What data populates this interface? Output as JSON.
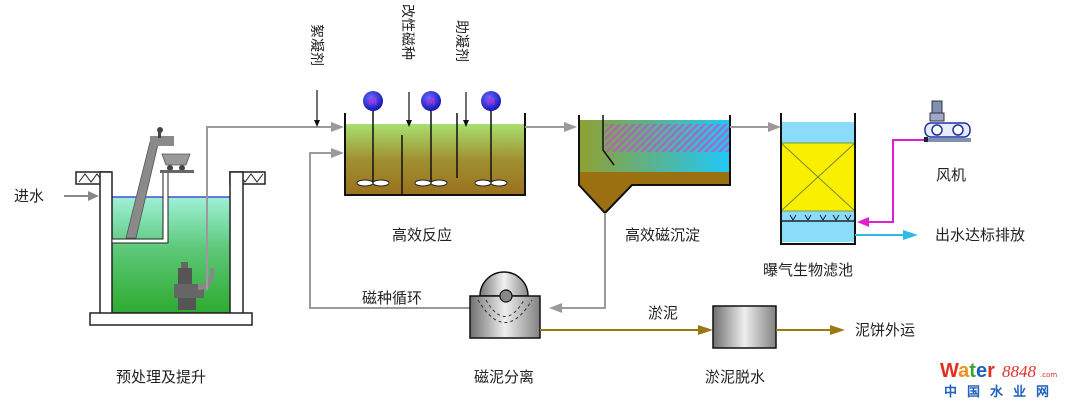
{
  "diagram": {
    "title": "Wastewater treatment process flow",
    "stages": {
      "pretreatment": "预处理及提升",
      "reaction": "高效反应",
      "sedimentation": "高效磁沉淀",
      "baf": "曝气生物滤池",
      "blower": "风机",
      "magnetic_separation": "磁泥分离",
      "dewatering": "淤泥脱水"
    },
    "flows": {
      "inlet": "进水",
      "effluent": "出水达标排放",
      "magnetic_recycle": "磁种循环",
      "sludge": "淤泥",
      "sludge_cake": "泥饼外运"
    },
    "dosing": {
      "flocculant": "絮凝剂",
      "modified_magnetic_seed": "改性磁种",
      "coagulant_aid": "助凝剂"
    },
    "motor_label": "M",
    "colors": {
      "pipe": "#9a9a9a",
      "air_line": "#e020d0",
      "effluent_line": "#30b8e8",
      "sludge_line": "#9a7a10",
      "water_green": "#3cb43c",
      "reactor_mud": "#9a7020",
      "filter_media": "#f8f000",
      "motor": "#2020d0"
    }
  },
  "watermark": {
    "brand_prefix": "Water",
    "brand_number": "8848",
    "brand_suffix": ".com",
    "brand_cn": "中国水业网"
  }
}
